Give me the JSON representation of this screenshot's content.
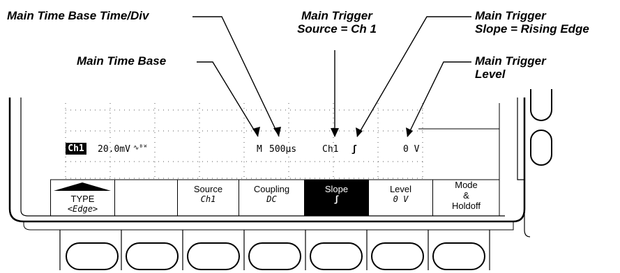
{
  "callouts": {
    "time_div": "Main Time Base Time/Div",
    "time_base": "Main Time Base",
    "trig_source_1": "Main Trigger",
    "trig_source_2": "Source = Ch 1",
    "trig_slope_1": "Main Trigger",
    "trig_slope_2": "Slope = Rising Edge",
    "trig_level_1": "Main Trigger",
    "trig_level_2": "Level"
  },
  "readout": {
    "channel": "Ch1",
    "volts_div": "20.0mV",
    "bw_symbol": "∿ᴮᵂ",
    "timebase": "M",
    "time_div": "500µs",
    "trig_source": "Ch1",
    "trig_slope": "ʃ",
    "trig_level": "0 V"
  },
  "menu": {
    "type_label": "TYPE",
    "type_value": "<Edge>",
    "source_label": "Source",
    "source_value": "Ch1",
    "coupling_label": "Coupling",
    "coupling_value": "DC",
    "slope_label": "Slope",
    "slope_value": "ʃ",
    "level_label": "Level",
    "level_value": "0 V",
    "mode_label_1": "Mode",
    "mode_label_2": "&",
    "mode_label_3": "Holdoff"
  },
  "colors": {
    "ink": "#000000",
    "paper": "#ffffff",
    "grid": "#555555"
  }
}
